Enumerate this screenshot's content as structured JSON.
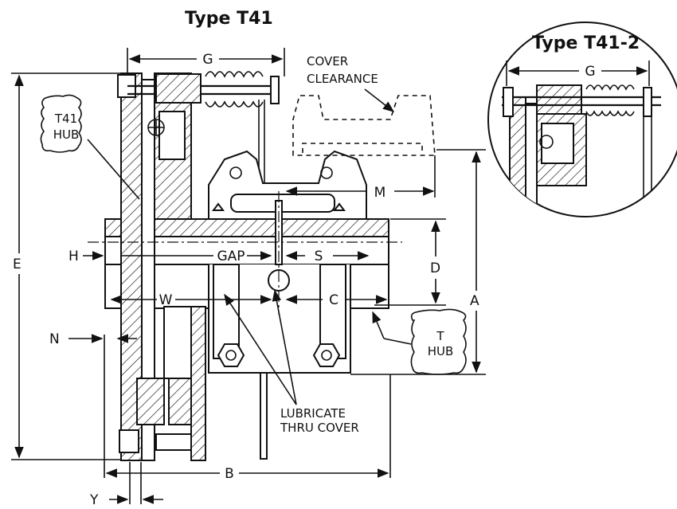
{
  "titles": {
    "main": "Type T41",
    "inset": "Type T41-2"
  },
  "callouts": {
    "t41_hub": [
      "T41",
      "HUB"
    ],
    "t_hub": [
      "T",
      "HUB"
    ],
    "cover_clearance": [
      "COVER",
      "CLEARANCE"
    ],
    "lubricate": [
      "LUBRICATE",
      "THRU COVER"
    ]
  },
  "dimensions": {
    "G": "G",
    "G_inset": "G",
    "M": "M",
    "H": "H",
    "GAP": "GAP",
    "S": "S",
    "D": "D",
    "W": "W",
    "C": "C",
    "A": "A",
    "E": "E",
    "N": "N",
    "B": "B",
    "Y": "Y"
  }
}
